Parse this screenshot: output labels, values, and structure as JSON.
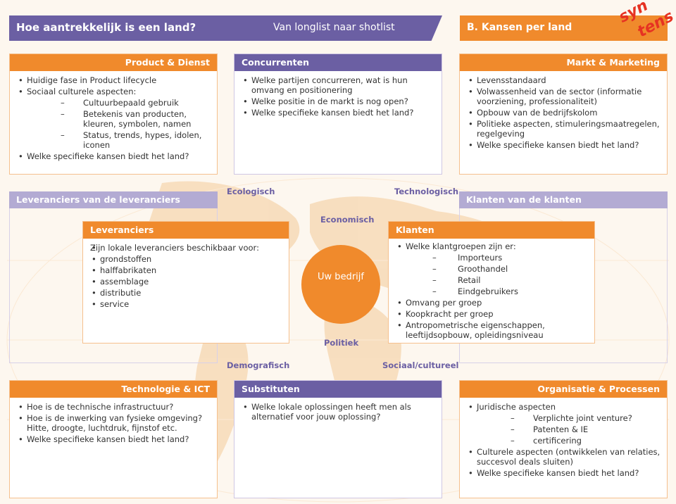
{
  "header": {
    "title": "Hoe aantrekkelijk is een land?",
    "subtitle": "Van longlist naar shotlist",
    "section": "B. Kansen per land",
    "logo_line1": "syn",
    "logo_line2": "tens"
  },
  "product": {
    "title": "Product & Dienst",
    "items": [
      "Huidige fase in Product lifecycle",
      "Sociaal culturele aspecten:"
    ],
    "subitems": [
      "Cultuurbepaald gebruik",
      "Betekenis van producten, kleuren, symbolen, namen",
      "Status, trends, hypes, idolen, iconen"
    ],
    "last": "Welke specifieke kansen biedt het land?"
  },
  "concurrenten": {
    "title": "Concurrenten",
    "items": [
      "Welke partijen concurreren, wat is hun omvang en positionering",
      "Welke positie in de markt is nog open?",
      "Welke specifieke kansen biedt het land?"
    ]
  },
  "markt": {
    "title": "Markt & Marketing",
    "items": [
      "Levensstandaard",
      "Volwassenheid van de sector (informatie voorziening, professionaliteit)",
      "Opbouw van de bedrijfskolom",
      "Politieke aspecten, stimuleringsmaatregelen, regelgeving",
      "Welke specifieke kansen biedt het land?"
    ]
  },
  "outer": {
    "left": "Leveranciers van de leveranciers",
    "right": "Klanten van de klanten"
  },
  "map_labels": {
    "ecologisch": "Ecologisch",
    "technologisch": "Technologisch",
    "economisch": "Economisch",
    "politiek": "Politiek",
    "demografisch": "Demografisch",
    "sociaal": "Sociaal/cultureel"
  },
  "leveranciers": {
    "title": "Leveranciers",
    "intro": "Zijn lokale leveranciers beschikbaar voor:",
    "items": [
      "grondstoffen",
      "halffabrikaten",
      "assemblage",
      "distributie",
      "service"
    ]
  },
  "center": {
    "label": "Uw bedrijf"
  },
  "klanten": {
    "title": "Klanten",
    "first": "Welke klantgroepen zijn er:",
    "subitems": [
      "Importeurs",
      "Groothandel",
      "Retail",
      "Eindgebruikers"
    ],
    "items": [
      "Omvang per groep",
      "Koopkracht per groep",
      "Antropometrische eigenschappen, leeftijdsopbouw, opleidingsniveau"
    ]
  },
  "technologie": {
    "title": "Technologie & ICT",
    "items": [
      "Hoe is de technische infrastructuur?",
      "Hoe is de inwerking van fysieke omgeving? Hitte, droogte, luchtdruk, fijnstof etc.",
      "Welke specifieke kansen biedt het land?"
    ]
  },
  "substituten": {
    "title": "Substituten",
    "items": [
      "Welke lokale oplossingen heeft men als alternatief voor jouw oplossing?"
    ]
  },
  "organisatie": {
    "title": "Organisatie & Processen",
    "first": "Juridische aspecten",
    "subitems": [
      "Verplichte joint venture?",
      "Patenten & IE",
      "certificering"
    ],
    "items": [
      "Culturele aspecten (ontwikkelen van relaties, succesvol deals sluiten)",
      "Welke specifieke kansen biedt het land?"
    ]
  }
}
